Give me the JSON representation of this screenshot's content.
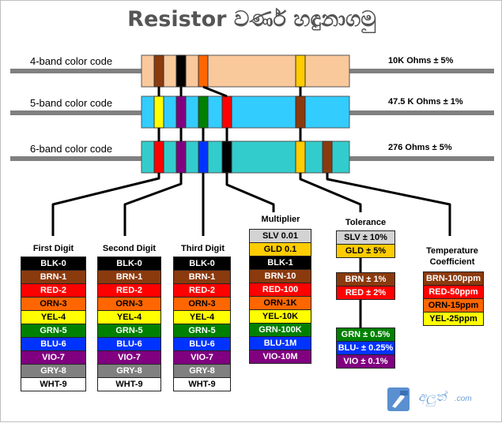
{
  "title": "Resistor වර්ණ හඳුනාගමු",
  "resistors": [
    {
      "label": "4-band color code",
      "value": "10K Ohms ± 5%",
      "body_color": "#f9c89b"
    },
    {
      "label": "5-band color code",
      "value": "47.5 K Ohms ± 1%",
      "body_color": "#33ccff"
    },
    {
      "label": "6-band color code",
      "value": "276 Ohms ± 5%",
      "body_color": "#33cccc"
    }
  ],
  "tables": {
    "first_digit": {
      "header": "First Digit",
      "rows": [
        {
          "text": "BLK-0",
          "bg": "#000000",
          "fg": "#ffffff"
        },
        {
          "text": "BRN-1",
          "bg": "#8b3a0e",
          "fg": "#ffffff"
        },
        {
          "text": "RED-2",
          "bg": "#ff0000",
          "fg": "#ffffff"
        },
        {
          "text": "ORN-3",
          "bg": "#ff6600",
          "fg": "#000000"
        },
        {
          "text": "YEL-4",
          "bg": "#ffff00",
          "fg": "#000000"
        },
        {
          "text": "GRN-5",
          "bg": "#008000",
          "fg": "#ffffff"
        },
        {
          "text": "BLU-6",
          "bg": "#0033ff",
          "fg": "#ffffff"
        },
        {
          "text": "VIO-7",
          "bg": "#800080",
          "fg": "#ffffff"
        },
        {
          "text": "GRY-8",
          "bg": "#808080",
          "fg": "#ffffff"
        },
        {
          "text": "WHT-9",
          "bg": "#ffffff",
          "fg": "#000000"
        }
      ]
    },
    "second_digit": {
      "header": "Second Digit",
      "rows": [
        {
          "text": "BLK-0",
          "bg": "#000000",
          "fg": "#ffffff"
        },
        {
          "text": "BRN-1",
          "bg": "#8b3a0e",
          "fg": "#ffffff"
        },
        {
          "text": "RED-2",
          "bg": "#ff0000",
          "fg": "#ffffff"
        },
        {
          "text": "ORN-3",
          "bg": "#ff6600",
          "fg": "#000000"
        },
        {
          "text": "YEL-4",
          "bg": "#ffff00",
          "fg": "#000000"
        },
        {
          "text": "GRN-5",
          "bg": "#008000",
          "fg": "#ffffff"
        },
        {
          "text": "BLU-6",
          "bg": "#0033ff",
          "fg": "#ffffff"
        },
        {
          "text": "VIO-7",
          "bg": "#800080",
          "fg": "#ffffff"
        },
        {
          "text": "GRY-8",
          "bg": "#808080",
          "fg": "#ffffff"
        },
        {
          "text": "WHT-9",
          "bg": "#ffffff",
          "fg": "#000000"
        }
      ]
    },
    "third_digit": {
      "header": "Third Digit",
      "rows": [
        {
          "text": "BLK-0",
          "bg": "#000000",
          "fg": "#ffffff"
        },
        {
          "text": "BRN-1",
          "bg": "#8b3a0e",
          "fg": "#ffffff"
        },
        {
          "text": "RED-2",
          "bg": "#ff0000",
          "fg": "#ffffff"
        },
        {
          "text": "ORN-3",
          "bg": "#ff6600",
          "fg": "#000000"
        },
        {
          "text": "YEL-4",
          "bg": "#ffff00",
          "fg": "#000000"
        },
        {
          "text": "GRN-5",
          "bg": "#008000",
          "fg": "#ffffff"
        },
        {
          "text": "BLU-6",
          "bg": "#0033ff",
          "fg": "#ffffff"
        },
        {
          "text": "VIO-7",
          "bg": "#800080",
          "fg": "#ffffff"
        },
        {
          "text": "GRY-8",
          "bg": "#808080",
          "fg": "#ffffff"
        },
        {
          "text": "WHT-9",
          "bg": "#ffffff",
          "fg": "#000000"
        }
      ]
    },
    "multiplier": {
      "header": "Multiplier",
      "rows": [
        {
          "text": "SLV 0.01",
          "bg": "#d3d3d3",
          "fg": "#000000"
        },
        {
          "text": "GLD 0.1",
          "bg": "#ffcc00",
          "fg": "#000000"
        },
        {
          "text": "BLK-1",
          "bg": "#000000",
          "fg": "#ffffff"
        },
        {
          "text": "BRN-10",
          "bg": "#8b3a0e",
          "fg": "#ffffff"
        },
        {
          "text": "RED-100",
          "bg": "#ff0000",
          "fg": "#ffffff"
        },
        {
          "text": "ORN-1K",
          "bg": "#ff6600",
          "fg": "#000000"
        },
        {
          "text": "YEL-10K",
          "bg": "#ffff00",
          "fg": "#000000"
        },
        {
          "text": "GRN-100K",
          "bg": "#008000",
          "fg": "#ffffff"
        },
        {
          "text": "BLU-1M",
          "bg": "#0033ff",
          "fg": "#ffffff"
        },
        {
          "text": "VIO-10M",
          "bg": "#800080",
          "fg": "#ffffff"
        }
      ]
    },
    "tolerance": {
      "header": "Tolerance",
      "rows": [
        {
          "text": "SLV ± 10%",
          "bg": "#d3d3d3",
          "fg": "#000000"
        },
        {
          "text": "GLD ±  5%",
          "bg": "#ffcc00",
          "fg": "#000000"
        },
        {
          "text": "BRN ± 1%",
          "bg": "#8b3a0e",
          "fg": "#ffffff"
        },
        {
          "text": "RED ± 2%",
          "bg": "#ff0000",
          "fg": "#ffffff"
        },
        {
          "text": "GRN ± 0.5%",
          "bg": "#008000",
          "fg": "#ffffff"
        },
        {
          "text": "BLU- ± 0.25%",
          "bg": "#0033ff",
          "fg": "#ffffff"
        },
        {
          "text": "VIO ± 0.1%",
          "bg": "#800080",
          "fg": "#ffffff"
        }
      ]
    },
    "temperature": {
      "header_line1": "Temperature",
      "header_line2": "Coefficient",
      "rows": [
        {
          "text": "BRN-100ppm",
          "bg": "#8b3a0e",
          "fg": "#ffffff"
        },
        {
          "text": "RED-50ppm",
          "bg": "#ff0000",
          "fg": "#ffffff"
        },
        {
          "text": "ORN-15ppm",
          "bg": "#ff6600",
          "fg": "#000000"
        },
        {
          "text": "YEL-25ppm",
          "bg": "#ffff00",
          "fg": "#000000"
        }
      ]
    }
  },
  "watermark": {
    "brand": "අලුත්",
    "suffix": ".com"
  }
}
